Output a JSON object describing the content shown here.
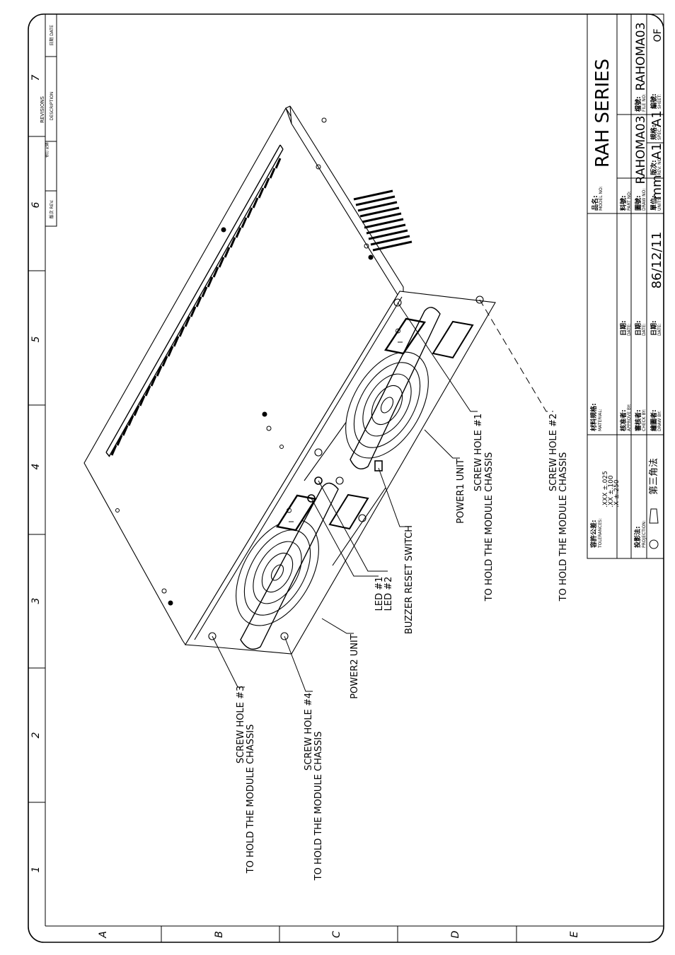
{
  "sheet": {
    "zone_numbers": [
      "1",
      "2",
      "3",
      "4",
      "5",
      "6",
      "7"
    ],
    "zone_letters": [
      "A",
      "B",
      "C",
      "D",
      "E"
    ]
  },
  "revisions": {
    "header": "REVISIONS",
    "rev_col": "版次 REV.",
    "desc_col_cn": "修訂 記錄",
    "desc_col": "DESCRIPTION",
    "date_col": "日期 DATE"
  },
  "callouts": {
    "screw_hole_1": [
      "SCREW HOLE #1",
      "TO HOLD THE MODULE CHASSIS"
    ],
    "screw_hole_2": [
      "SCREW HOLE #2",
      "TO HOLD THE MODULE CHASSIS"
    ],
    "screw_hole_3": [
      "SCREW HOLE #3",
      "TO HOLD THE MODULE CHASSIS"
    ],
    "screw_hole_4": [
      "SCREW HOLE #4",
      "TO HOLD THE MODULE CHASSIS"
    ],
    "power1": "POWER1 UNIT",
    "power2": "POWER2 UNIT",
    "buzzer": "BUZZER RESET SWITCH",
    "led1": "LED #1",
    "led2": "LED #2"
  },
  "switch_marks": {
    "o": "O",
    "i": "I"
  },
  "title_block": {
    "tolerances_cn": "容許公差:",
    "tolerances": "TOLERANCES:",
    "tol_rows": [
      ".XXX ±.025",
      ".XX ±.100",
      ".X ±.250"
    ],
    "projection_cn": "投影法:",
    "projection": "PROJECTION:",
    "projection_value": "第三角法",
    "material_cn": "材料規格:",
    "material": "MATERIAL:",
    "approve_cn": "核准者:",
    "approve": "APPROVE BY:",
    "check_cn": "審核者:",
    "check": "CHECK BY:",
    "draw_cn": "繪圖者:",
    "draw": "DRAW BY:",
    "date_cn": "日期:",
    "date": "DATE:",
    "date_value": "86/12/11",
    "model_cn": "品名:",
    "model": "MODEL NO:",
    "model_value": "RAH SERIES",
    "part_cn": "料號:",
    "part": "PART NO:",
    "drawno_cn": "圖號:",
    "drawno": "DRAW NO:",
    "drawno_value": "RAHOMA03",
    "fileno_cn": "檔號:",
    "fileno": "FILE NO:",
    "fileno_value": "RAHOMA03",
    "units_cn": "單位:",
    "units": "UNITS:",
    "units_value": "mm",
    "rev_cn": "版次:",
    "rev": "REV. NO:",
    "rev_value": "A1",
    "spec_cn": "規格:",
    "spec": "SPEC.:",
    "spec_value": "A1",
    "sheet_cn": "編號:",
    "sheet": "SHEET:",
    "sheet_value": "OF"
  }
}
